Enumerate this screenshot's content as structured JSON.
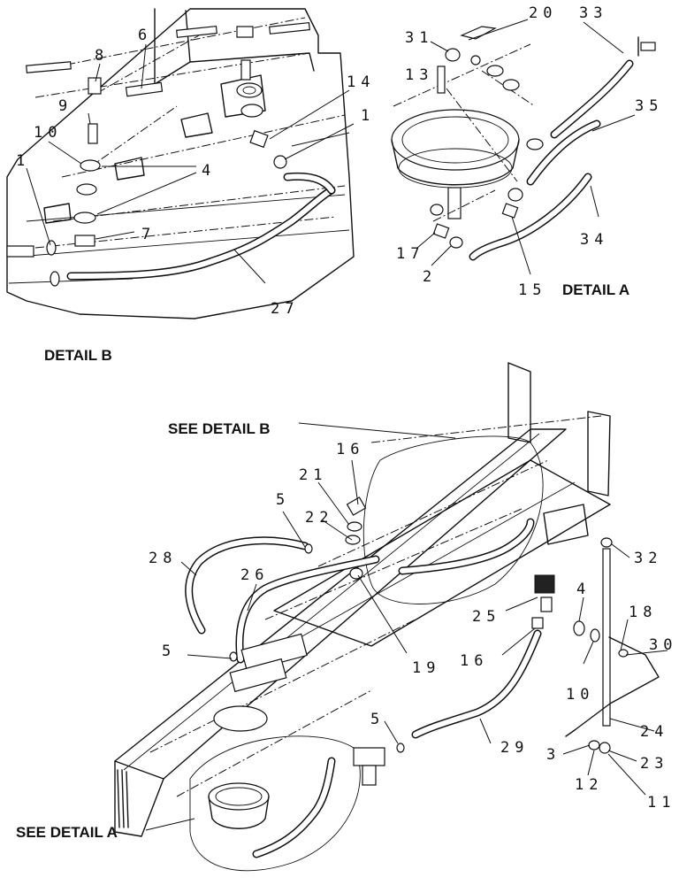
{
  "headings": {
    "detail_a": "DETAIL  A",
    "detail_b": "DETAIL  B",
    "see_detail_a": "SEE DETAIL  A",
    "see_detail_b": "SEE DETAIL  B"
  },
  "callouts_detail_b": {
    "c6": "6",
    "c8": "8",
    "c9": "9",
    "c10": "10",
    "c1a": "1",
    "c4": "4",
    "c7": "7",
    "c14": "14",
    "c1b": "1",
    "c27": "27"
  },
  "callouts_detail_a": {
    "c20": "20",
    "c33": "33",
    "c31": "31",
    "c13": "13",
    "c35": "35",
    "c34": "34",
    "c17": "17",
    "c2": "2",
    "c15": "15"
  },
  "callouts_main": {
    "c16a": "16",
    "c21": "21",
    "c22": "22",
    "c5a": "5",
    "c28": "28",
    "c26": "26",
    "c5b": "5",
    "c19": "19",
    "c25": "25",
    "c16b": "16",
    "c29": "29",
    "c5c": "5",
    "c4": "4",
    "c10": "10",
    "c18": "18",
    "c30": "30",
    "c32": "32",
    "c24": "24",
    "c3": "3",
    "c12": "12",
    "c23": "23",
    "c11": "11"
  }
}
